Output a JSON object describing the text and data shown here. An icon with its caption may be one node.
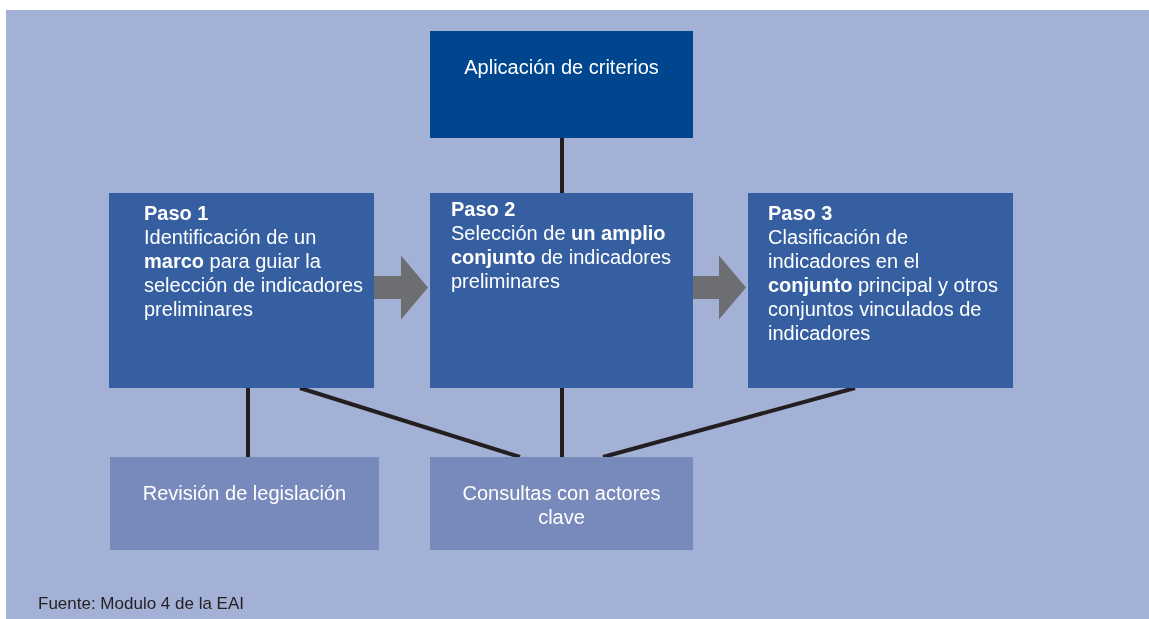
{
  "diagram": {
    "caption": "Fuente: Modulo 4 de la EAI",
    "nodes": [
      {
        "text": [
          "Aplicación de criterios"
        ]
      },
      {
        "text": [
          "Paso 1",
          "Identificación de un **marco** para guiar la selección de indicadores preliminares"
        ]
      },
      {
        "text": [
          "Paso 2",
          "Selección de **un amplio conjunto** de indicadores preliminares"
        ]
      },
      {
        "text": [
          "Paso 3",
          "Clasificación de indicadores en el **conjunto** principal y otros conjuntos vinculados de indicadores"
        ]
      },
      {
        "text": [
          "Revisión de legislación"
        ]
      },
      {
        "text": [
          "Consultas con actores clave"
        ]
      }
    ],
    "edges": [
      {
        "from": 0,
        "to": 2,
        "arrow": "none"
      },
      {
        "from": 1,
        "to": 2,
        "arrow": "to",
        "style": "thick",
        "color": "#6d6e71"
      },
      {
        "from": 2,
        "to": 3,
        "arrow": "to",
        "style": "thick",
        "color": "#6d6e71"
      },
      {
        "from": 1,
        "to": 4,
        "arrow": "none"
      },
      {
        "from": 1,
        "to": 5,
        "arrow": "none"
      },
      {
        "from": 2,
        "to": 5,
        "arrow": "none"
      },
      {
        "from": 3,
        "to": 5,
        "arrow": "none"
      }
    ]
  }
}
